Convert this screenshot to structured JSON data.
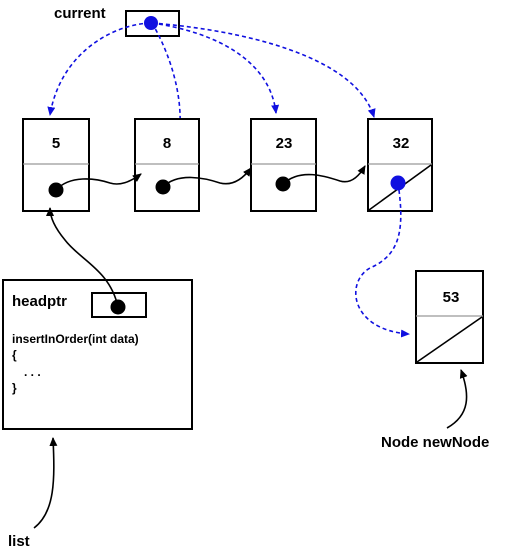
{
  "labels": {
    "current": "current",
    "headptr": "headptr",
    "list": "list",
    "new_node": "Node newNode"
  },
  "list_object": {
    "method_signature": "insertInOrder(int data)",
    "open_brace": "{",
    "ellipsis": ". . .",
    "close_brace": "}"
  },
  "nodes": [
    {
      "value": "5"
    },
    {
      "value": "8"
    },
    {
      "value": "23"
    },
    {
      "value": "32"
    }
  ],
  "new_node_value": "53",
  "colors": {
    "stroke": "#000000",
    "pointer_dot": "#000000",
    "current_pointer": "#1010e0",
    "node_divider": "#999999"
  }
}
